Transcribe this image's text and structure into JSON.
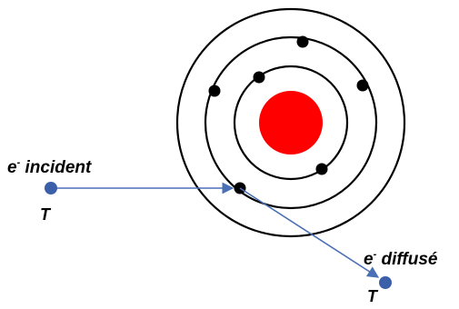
{
  "labels": {
    "incident_prefix": "e",
    "incident_sup": "-",
    "incident_text": " incident",
    "incident_energy": "T",
    "diffuse_prefix": "e",
    "diffuse_sup": "-",
    "diffuse_text": " diffusé",
    "diffuse_energy": "T"
  },
  "colors": {
    "nucleus": "#ff0000",
    "orbit": "#000000",
    "orbital_electron": "#000000",
    "free_electron": "#3b5fa8",
    "path": "#4a6fb5"
  },
  "atom": {
    "shell_count": 3,
    "orbital_electron_count": 6
  }
}
